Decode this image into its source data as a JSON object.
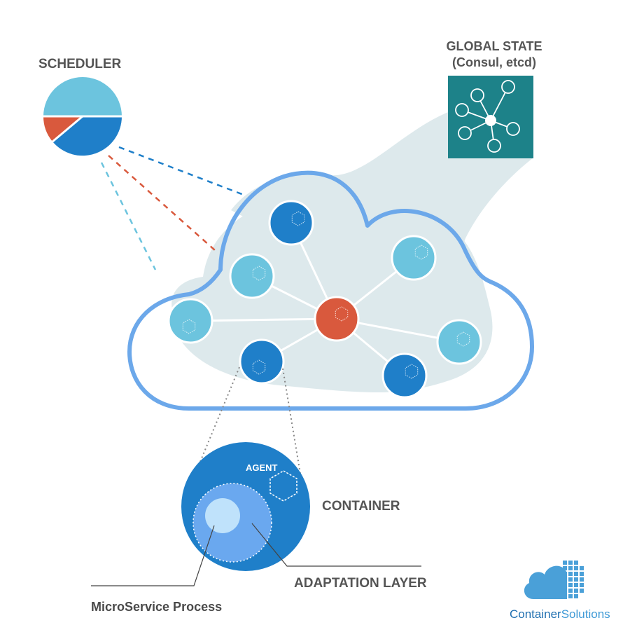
{
  "labels": {
    "scheduler": "SCHEDULER",
    "global_state_title": "GLOBAL STATE",
    "global_state_subtitle": "(Consul, etcd)",
    "agent": "AGENT",
    "container": "CONTAINER",
    "adaptation_layer": "ADAPTATION LAYER",
    "microservice_process": "MicroService Process"
  },
  "brand": {
    "part1": "Container",
    "part2": "Solutions"
  },
  "colors": {
    "light_blue": "#6cc4de",
    "dark_blue": "#1f7fc9",
    "orange": "#d9593d",
    "teal": "#1d8289",
    "cloud_outline": "#6ca8ea",
    "cloud_fill": "#dde9ec",
    "text": "#555555"
  },
  "scheduler_pie": [
    {
      "name": "light",
      "value": 50
    },
    {
      "name": "orange",
      "value": 10
    },
    {
      "name": "dark",
      "value": 40
    }
  ]
}
